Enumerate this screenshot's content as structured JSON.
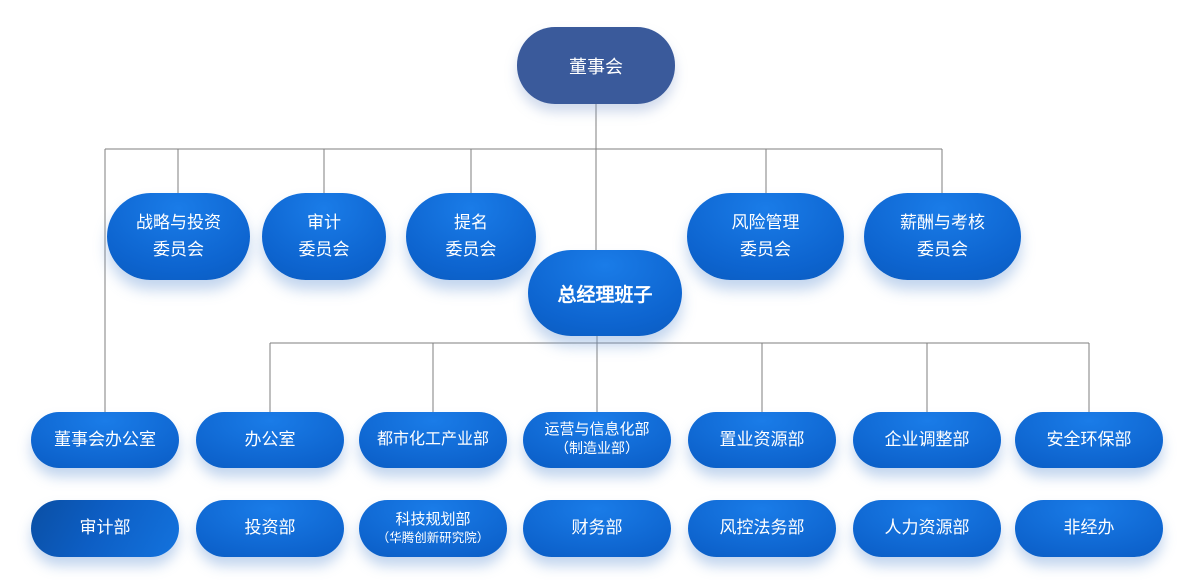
{
  "diagram": {
    "title": "company-organization-chart",
    "board": {
      "label": "董事会"
    },
    "committees": [
      {
        "line1": "战略与投资",
        "line2": "委员会"
      },
      {
        "line1": "审计",
        "line2": "委员会"
      },
      {
        "line1": "提名",
        "line2": "委员会"
      },
      {
        "line1": "风险管理",
        "line2": "委员会"
      },
      {
        "line1": "薪酬与考核",
        "line2": "委员会"
      }
    ],
    "general_manager": {
      "label": "总经理班子"
    },
    "departments_row1": [
      {
        "label": "董事会办公室"
      },
      {
        "label": "办公室"
      },
      {
        "label": "都市化工产业部"
      },
      {
        "label": "运营与信息化部",
        "sub": "（制造业部）"
      },
      {
        "label": "置业资源部"
      },
      {
        "label": "企业调整部"
      },
      {
        "label": "安全环保部"
      }
    ],
    "departments_row2": [
      {
        "label": "审计部"
      },
      {
        "label": "投资部"
      },
      {
        "label": "科技规划部",
        "sub": "（华腾创新研究院）"
      },
      {
        "label": "财务部"
      },
      {
        "label": "风控法务部"
      },
      {
        "label": "人力资源部"
      },
      {
        "label": "非经办"
      }
    ],
    "colors": {
      "board_fill": "#3a5a9b",
      "node_fill_light": "#1a7ce8",
      "node_fill_dark": "#0752ae",
      "connector": "#7f7f7f",
      "text": "#ffffff",
      "background": "#ffffff"
    }
  }
}
